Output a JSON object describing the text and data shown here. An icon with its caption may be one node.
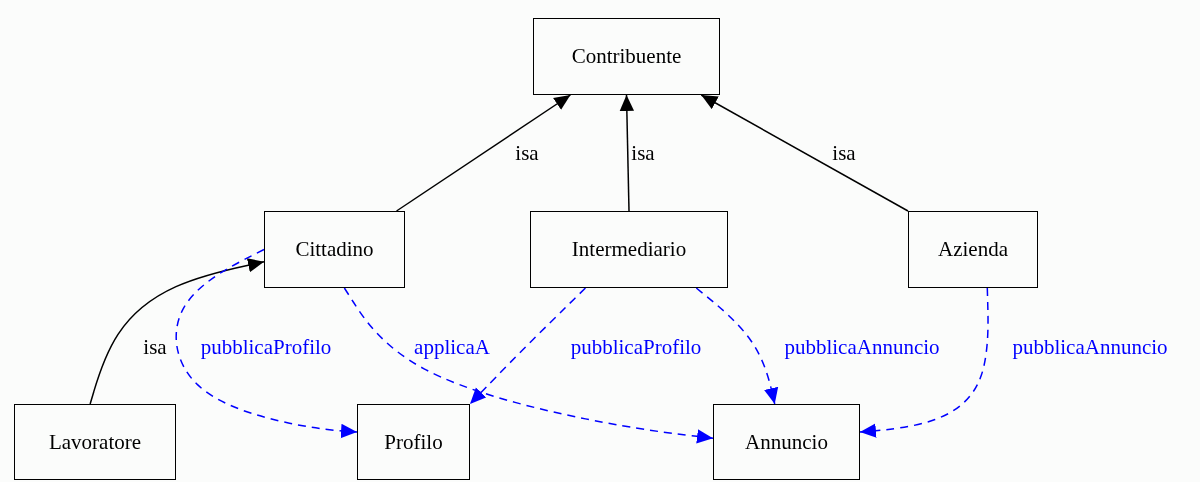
{
  "diagram": {
    "nodes": [
      {
        "text": [
          "Contribuente"
        ]
      },
      {
        "text": [
          "Cittadino"
        ]
      },
      {
        "text": [
          "Intermediario"
        ]
      },
      {
        "text": [
          "Azienda"
        ]
      },
      {
        "text": [
          "Lavoratore"
        ]
      },
      {
        "text": [
          "Profilo"
        ]
      },
      {
        "text": [
          "Annuncio"
        ]
      }
    ],
    "edges": [
      {
        "from": 1,
        "to": 0,
        "arrow": "to",
        "label": "isa",
        "color": "#000000"
      },
      {
        "from": 2,
        "to": 0,
        "arrow": "to",
        "label": "isa",
        "color": "#000000"
      },
      {
        "from": 3,
        "to": 0,
        "arrow": "to",
        "label": "isa",
        "color": "#000000"
      },
      {
        "from": 4,
        "to": 1,
        "arrow": "to",
        "label": "isa",
        "color": "#000000"
      },
      {
        "from": 1,
        "to": 5,
        "arrow": "to",
        "label": "pubblicaProfilo",
        "style": "dashed"
      },
      {
        "from": 1,
        "to": 6,
        "arrow": "to",
        "label": "applicaA",
        "style": "dashed"
      },
      {
        "from": 2,
        "to": 5,
        "arrow": "to",
        "label": "pubblicaProfilo",
        "style": "dashed"
      },
      {
        "from": 2,
        "to": 6,
        "arrow": "to",
        "label": "pubblicaAnnuncio",
        "style": "dashed"
      },
      {
        "from": 3,
        "to": 6,
        "arrow": "to",
        "label": "pubblicaAnnuncio",
        "style": "dashed"
      }
    ]
  }
}
